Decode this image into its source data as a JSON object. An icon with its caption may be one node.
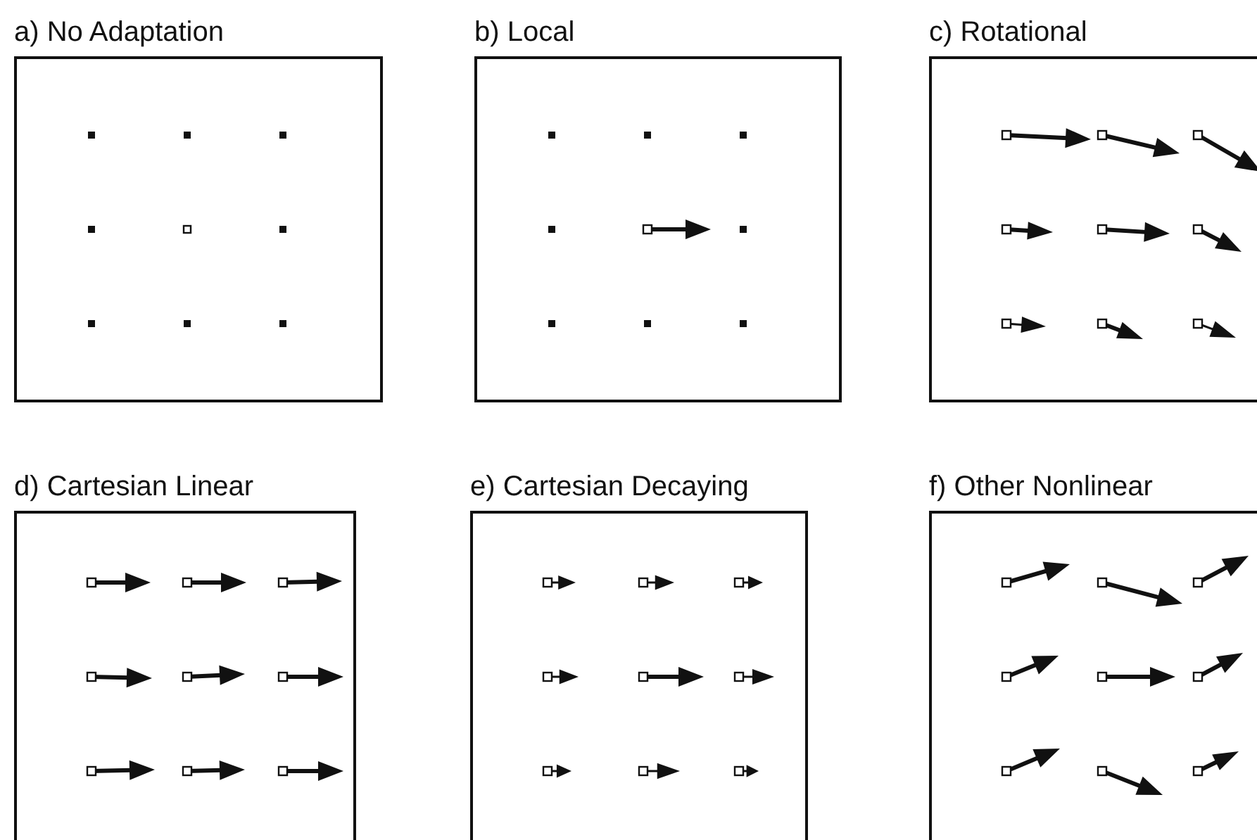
{
  "diagram": {
    "nodes": [
      {
        "text": [
          "a) No Adaptation"
        ]
      },
      {
        "text": [
          "b) Local"
        ]
      },
      {
        "text": [
          "c) Rotational"
        ]
      },
      {
        "text": [
          "d) Cartesian Linear"
        ]
      },
      {
        "text": [
          "e) Cartesian Decaying"
        ]
      },
      {
        "text": [
          "f) Other Nonlinear"
        ]
      }
    ]
  }
}
